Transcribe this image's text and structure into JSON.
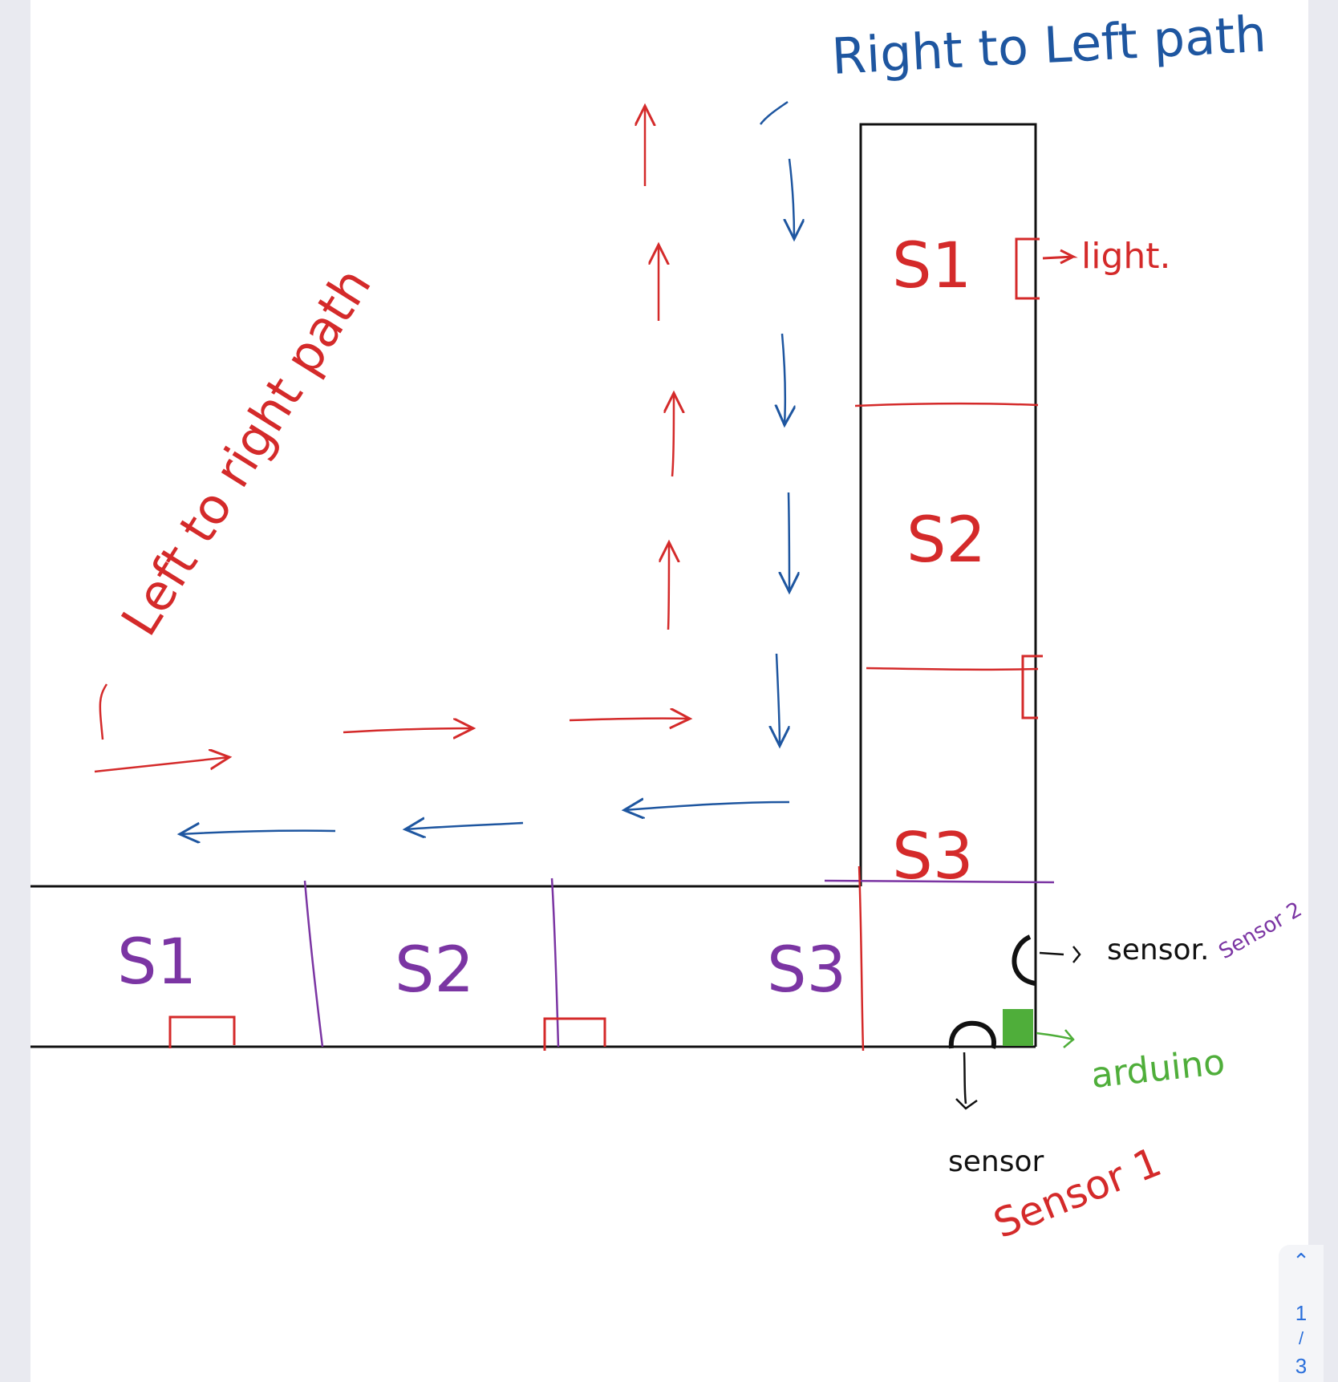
{
  "colors": {
    "red": "#d42a2a",
    "blue": "#1e56a0",
    "purple": "#7b35a3",
    "green": "#4fae3a",
    "black": "#111111"
  },
  "labels": {
    "right_to_left_path": "Right to Left path",
    "left_to_right_path": "Left to right path",
    "vertical_s1": "S1",
    "vertical_s2": "S2",
    "vertical_s3": "S3",
    "horizontal_s1": "S1",
    "horizontal_s2": "S2",
    "horizontal_s3": "S3",
    "light": "light.",
    "sensor_side": "sensor.",
    "sensor_side_note": "Sensor 2",
    "sensor_bottom": "sensor",
    "sensor_bottom_note": "Sensor 1",
    "arduino": "arduino"
  },
  "pager": {
    "current": "1",
    "total": "3"
  }
}
